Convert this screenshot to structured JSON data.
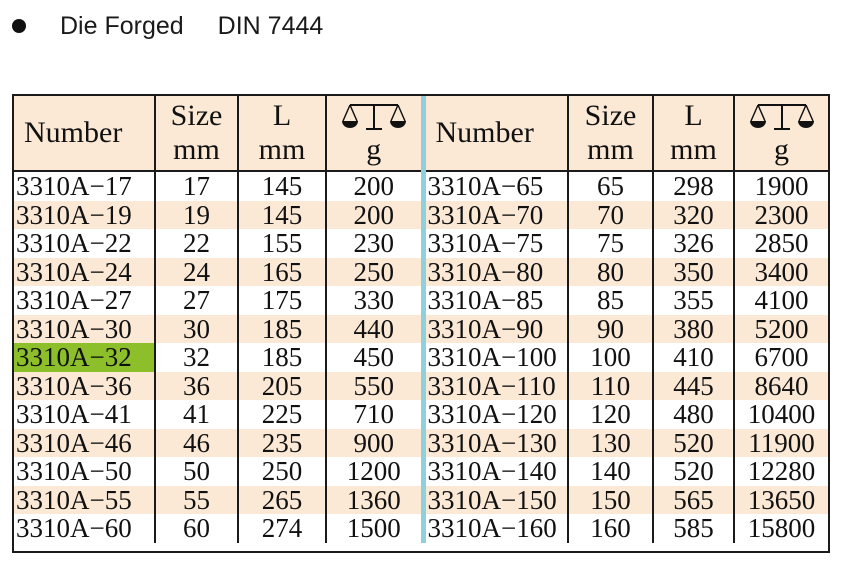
{
  "heading": {
    "label1": "Die Forged",
    "label2": "DIN 7444"
  },
  "table": {
    "headers": {
      "number": "Number",
      "size_top": "Size",
      "size_unit": "mm",
      "length_top": "L",
      "length_unit": "mm",
      "weight_icon": "weight-scale-icon",
      "weight_unit": "g"
    },
    "highlight_color": "#8dbf2a",
    "rows": [
      {
        "left": [
          "3310A−17",
          "17",
          "145",
          "200"
        ],
        "right": [
          "3310A−65",
          "65",
          "298",
          "1900"
        ]
      },
      {
        "left": [
          "3310A−19",
          "19",
          "145",
          "200"
        ],
        "right": [
          "3310A−70",
          "70",
          "320",
          "2300"
        ]
      },
      {
        "left": [
          "3310A−22",
          "22",
          "155",
          "230"
        ],
        "right": [
          "3310A−75",
          "75",
          "326",
          "2850"
        ]
      },
      {
        "left": [
          "3310A−24",
          "24",
          "165",
          "250"
        ],
        "right": [
          "3310A−80",
          "80",
          "350",
          "3400"
        ]
      },
      {
        "left": [
          "3310A−27",
          "27",
          "175",
          "330"
        ],
        "right": [
          "3310A−85",
          "85",
          "355",
          "4100"
        ]
      },
      {
        "left": [
          "3310A−30",
          "30",
          "185",
          "440"
        ],
        "right": [
          "3310A−90",
          "90",
          "380",
          "5200"
        ]
      },
      {
        "left": [
          "3310A−32",
          "32",
          "185",
          "450"
        ],
        "right": [
          "3310A−100",
          "100",
          "410",
          "6700"
        ],
        "highlight": true
      },
      {
        "left": [
          "3310A−36",
          "36",
          "205",
          "550"
        ],
        "right": [
          "3310A−110",
          "110",
          "445",
          "8640"
        ]
      },
      {
        "left": [
          "3310A−41",
          "41",
          "225",
          "710"
        ],
        "right": [
          "3310A−120",
          "120",
          "480",
          "10400"
        ]
      },
      {
        "left": [
          "3310A−46",
          "46",
          "235",
          "900"
        ],
        "right": [
          "3310A−130",
          "130",
          "520",
          "11900"
        ]
      },
      {
        "left": [
          "3310A−50",
          "50",
          "250",
          "1200"
        ],
        "right": [
          "3310A−140",
          "140",
          "520",
          "12280"
        ]
      },
      {
        "left": [
          "3310A−55",
          "55",
          "265",
          "1360"
        ],
        "right": [
          "3310A−150",
          "150",
          "565",
          "13650"
        ]
      },
      {
        "left": [
          "3310A−60",
          "60",
          "274",
          "1500"
        ],
        "right": [
          "3310A−160",
          "160",
          "585",
          "15800"
        ]
      }
    ]
  }
}
